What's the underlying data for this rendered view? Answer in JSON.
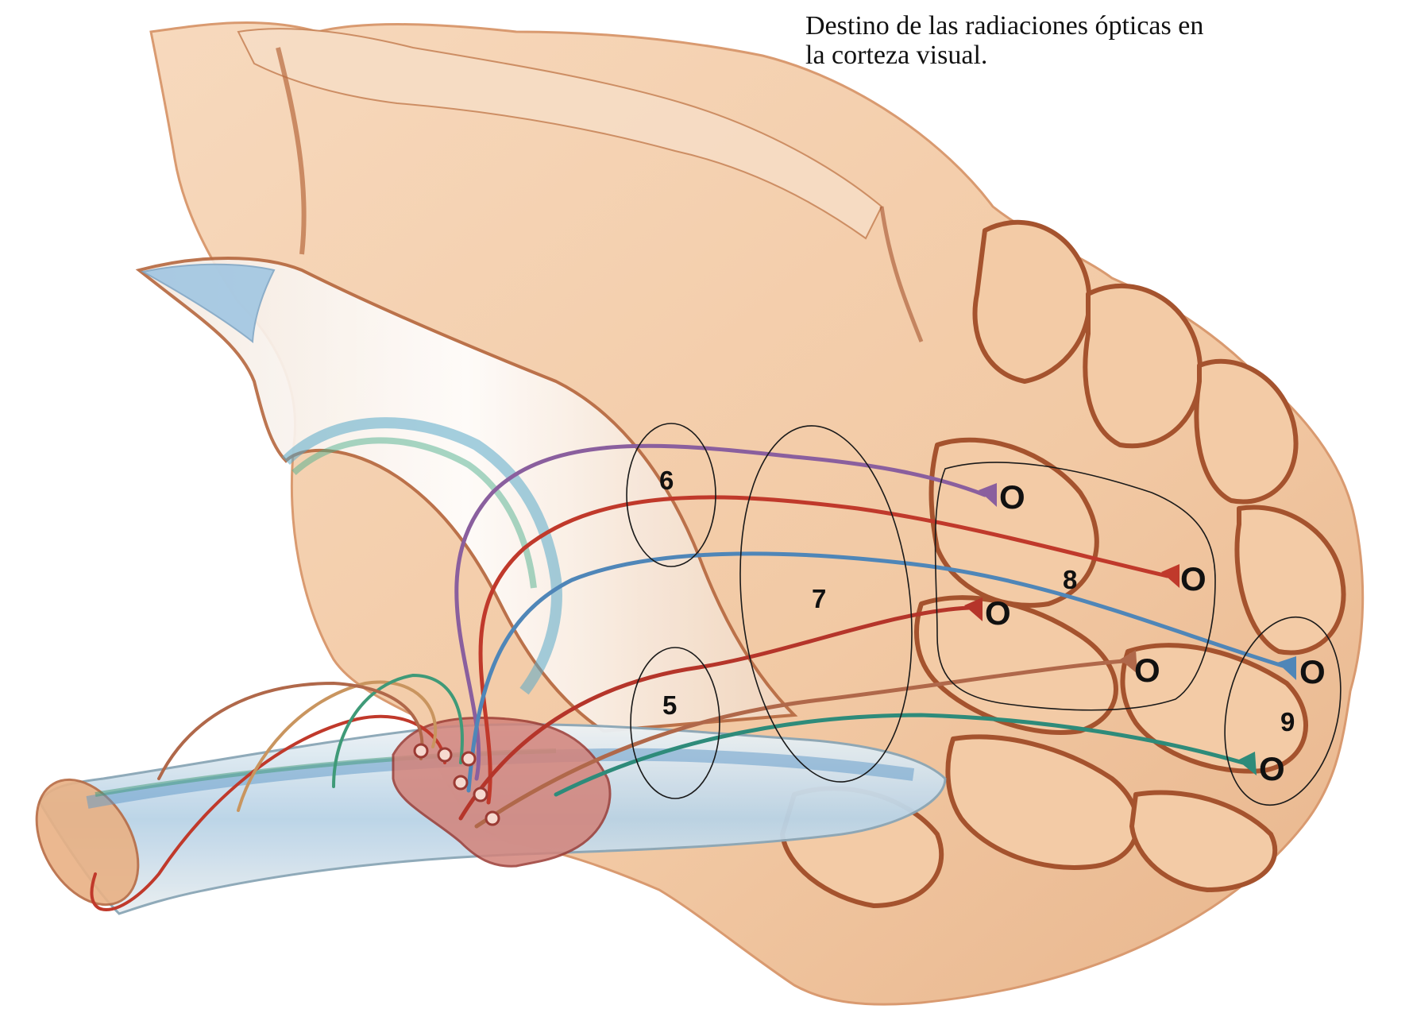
{
  "caption": {
    "line1": "Destino de las radiaciones ópticas en",
    "line2": "la corteza visual."
  },
  "region_labels": {
    "r5": "5",
    "r6": "6",
    "r7": "7",
    "r8": "8",
    "r9": "9"
  },
  "terminal_glyph": "O",
  "colors": {
    "brain": "#f2c9a4",
    "brain_shade": "#e2a67a",
    "sulcus": "#a5532e",
    "tract_blue": "#8fb7d6",
    "fiber_purple": "#8a5f9e",
    "fiber_red": "#c0392b",
    "fiber_blue": "#4f86b8",
    "fiber_brown": "#b0684a",
    "fiber_teal": "#2e8b7a",
    "fiber_tan": "#c9955f",
    "fiber_green": "#3f9a78"
  }
}
